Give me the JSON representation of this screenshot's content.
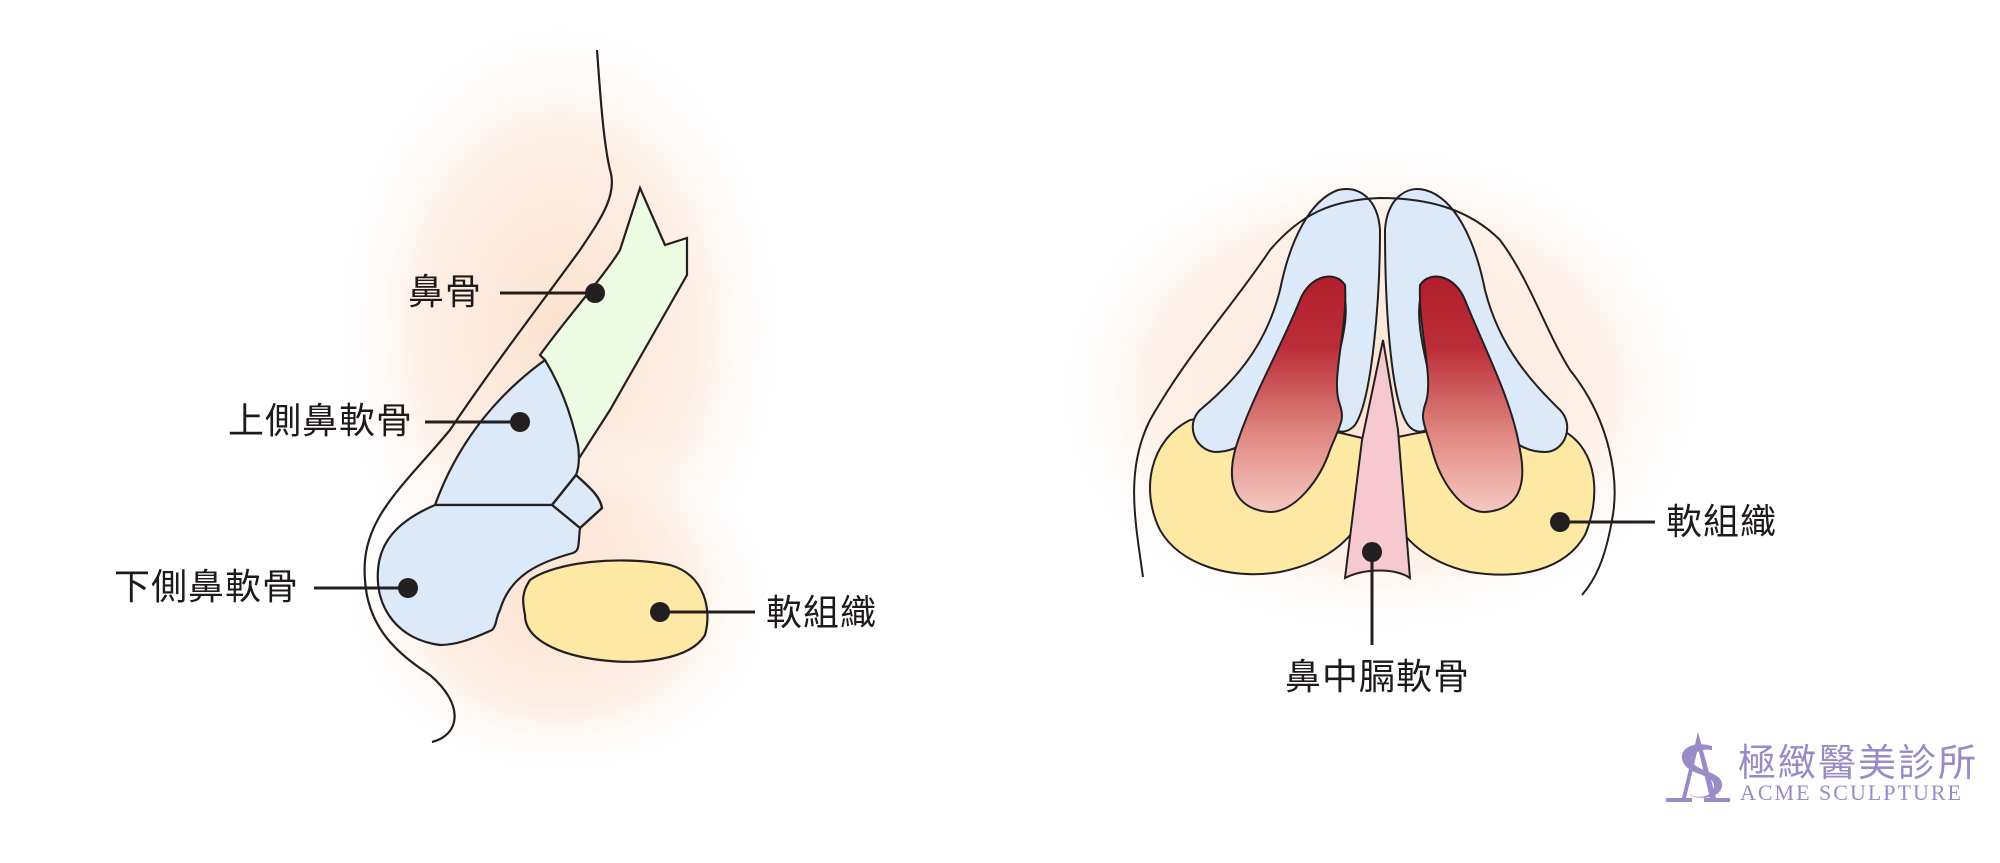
{
  "colors": {
    "outline": "#231f20",
    "skin_glow": "#fbe3d3",
    "nasal_bone": "#eefbe3",
    "cartilage_blue": "#dbe9f8",
    "soft_tissue_yellow": "#fde9a3",
    "septum_pink": "#f6c9d0",
    "nostril_red_top": "#b8232f",
    "nostril_red_bottom": "#f3bfb8",
    "logo_purple": "#9a8ac8"
  },
  "side_view": {
    "labels": {
      "nasal_bone": "鼻骨",
      "upper_lateral_cartilage": "上側鼻軟骨",
      "lower_lateral_cartilage": "下側鼻軟骨",
      "soft_tissue": "軟組織"
    }
  },
  "bottom_view": {
    "labels": {
      "soft_tissue": "軟組織",
      "septal_cartilage": "鼻中膈軟骨"
    }
  },
  "logo": {
    "chinese_name": "極緻醫美診所",
    "english_name": "ACME SCULPTURE"
  }
}
